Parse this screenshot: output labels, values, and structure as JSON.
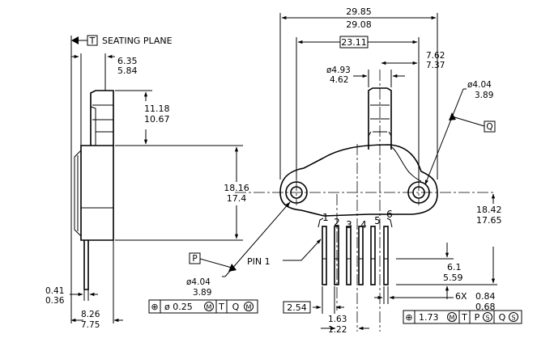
{
  "seating": {
    "datum": "T",
    "label": "SEATING PLANE"
  },
  "dims": {
    "overall_max": "29.85",
    "overall_min": "29.08",
    "hole_spacing": "23.11",
    "port_offset_max": "7.62",
    "port_offset_min": "7.37",
    "port_dia_max": "ø4.93",
    "port_dia_min": "4.62",
    "mount_hole_dia_max": "ø4.04",
    "mount_hole_dia_min": "3.89",
    "height_max": "18.16",
    "height_min": "17.4",
    "lead_row_max": "18.42",
    "lead_row_min": "17.65",
    "port_len_max": "11.18",
    "port_len_min": "10.67",
    "side_depth_max": "6.35",
    "side_depth_min": "5.84",
    "lead_len_max": "6.1",
    "lead_len_min": "5.59",
    "lead_w_count": "6X",
    "lead_w_max": "0.84",
    "lead_w_min": "0.68",
    "lead_thk_max": "0.41",
    "lead_thk_min": "0.36",
    "lead_span_max": "8.26",
    "lead_span_min": "7.75",
    "pitch": "2.54",
    "pin1_offset_max": "1.63",
    "pin1_offset_min": "1.22",
    "hole_p_dia_max": "ø4.04",
    "hole_p_dia_min": "3.89"
  },
  "datums": {
    "q": "Q",
    "p": "P"
  },
  "pins": {
    "pin1_label": "PIN 1",
    "numbers": [
      "1",
      "2",
      "3",
      "4",
      "5",
      "6"
    ]
  },
  "fcf_holes": {
    "symbol": "⊕",
    "value": "ø 0.25",
    "mod": "M",
    "d1": "T",
    "d2": "Q",
    "d2mod": "M"
  },
  "fcf_leads": {
    "symbol": "⊕",
    "value": "1.73",
    "mod": "M",
    "d1": "T",
    "d2": "P",
    "d2mod": "S",
    "d3": "Q",
    "d3mod": "S"
  }
}
